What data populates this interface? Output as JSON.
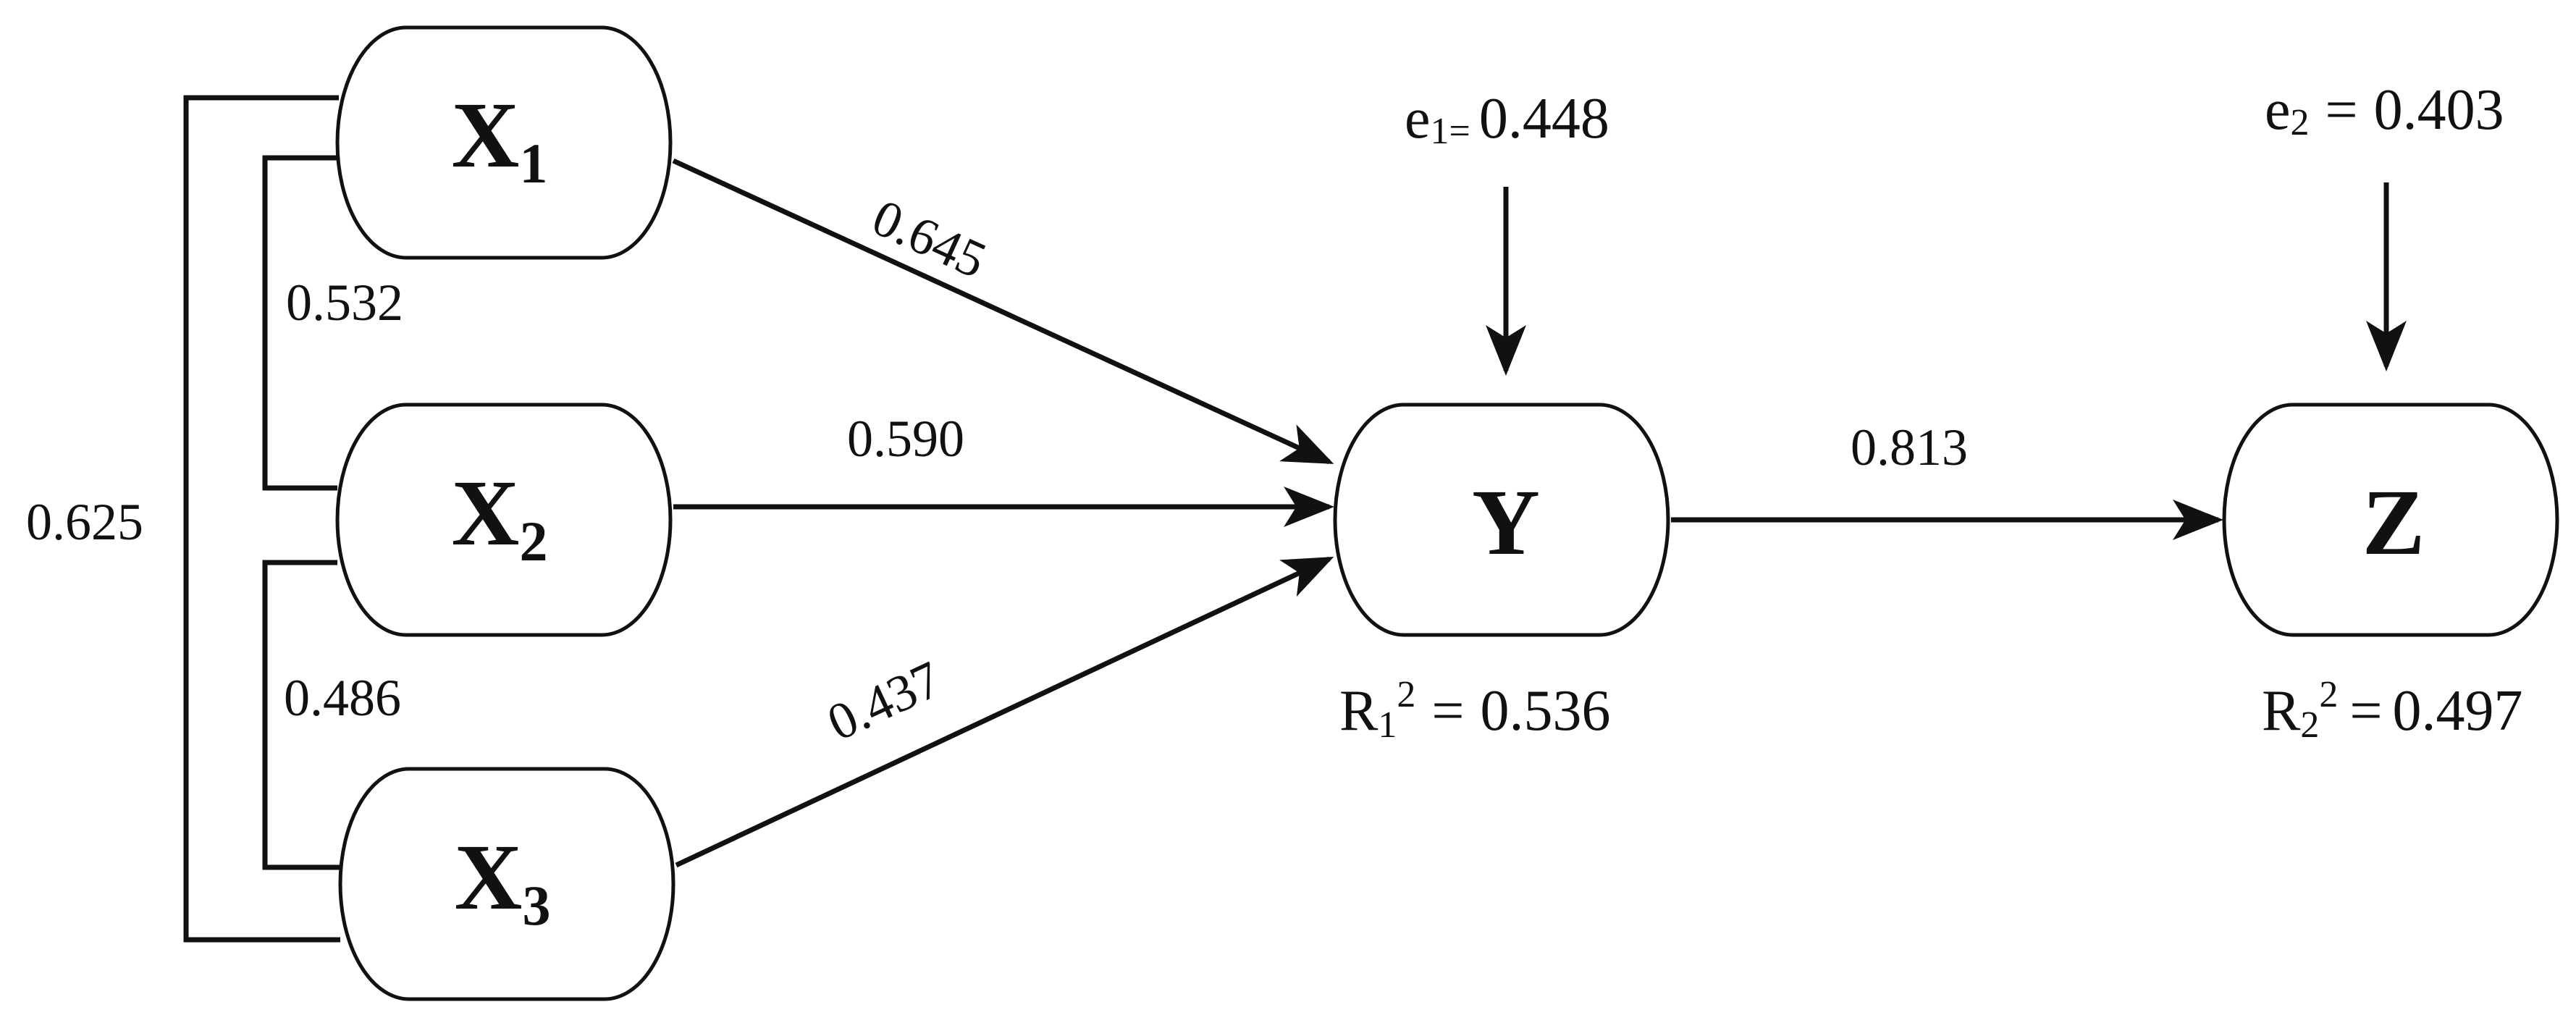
{
  "nodes": {
    "x1": {
      "label": "X",
      "sub": "1"
    },
    "x2": {
      "label": "X",
      "sub": "2"
    },
    "x3": {
      "label": "X",
      "sub": "3"
    },
    "y": {
      "label": "Y"
    },
    "z": {
      "label": "Z"
    }
  },
  "correlations": {
    "x1_x2": "0.532",
    "x2_x3": "0.486",
    "x1_x3": "0.625"
  },
  "paths": {
    "x1_y": "0.645",
    "x2_y": "0.590",
    "x3_y": "0.437",
    "y_z": "0.813"
  },
  "errors": {
    "e1": {
      "prefix": "e",
      "sub": "1",
      "eq": "=",
      "value": "0.448"
    },
    "e2": {
      "prefix": "e",
      "sub": "2",
      "eq": "=",
      "value": "0.403"
    }
  },
  "r_squared": {
    "r1": {
      "prefix": "R",
      "sub": "1",
      "sup": "2",
      "eq": "=",
      "value": "0.536"
    },
    "r2": {
      "prefix": "R",
      "sub": "2",
      "sup": "2",
      "eq": "=",
      "value": "0.497"
    }
  }
}
